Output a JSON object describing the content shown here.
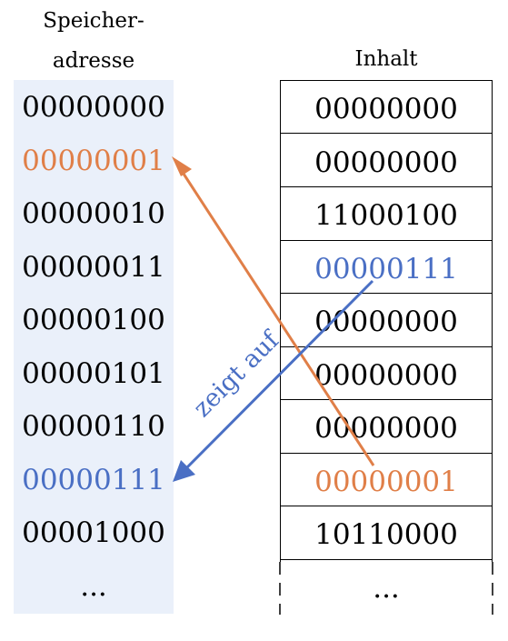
{
  "headers": {
    "address_line1": "Speicher-",
    "address_line2": "adresse",
    "content": "Inhalt"
  },
  "addresses": [
    "00000000",
    "00000001",
    "00000010",
    "00000011",
    "00000100",
    "00000101",
    "00000110",
    "00000111",
    "00001000",
    "..."
  ],
  "contents": [
    "00000000",
    "00000000",
    "11000100",
    "00000111",
    "00000000",
    "00000000",
    "00000000",
    "00000001",
    "10110000",
    "..."
  ],
  "arrow_label": "zeigt auf",
  "colors": {
    "orange": "#e07f48",
    "blue": "#4a6fc4",
    "address_bg": "#eaf0fa"
  }
}
